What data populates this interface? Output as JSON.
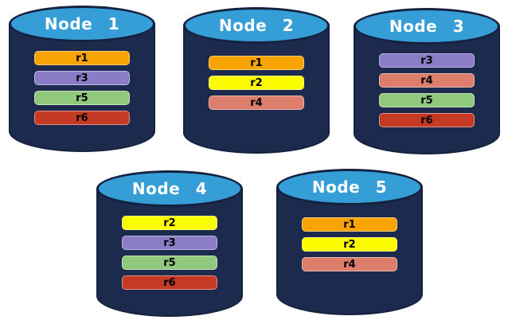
{
  "palette": {
    "cylinder_top_fill": "#359ED6",
    "cylinder_top_stroke": "#15223F",
    "cylinder_body_fill": "#1B2A4D",
    "node_label_color": "#FFFFFF",
    "replica_label_color": "#000000",
    "background": "#FFFFFF"
  },
  "replica_colors": {
    "r1": "#F7A403",
    "r2": "#FCFC00",
    "r3": "#8B7CC8",
    "r4": "#DC7E6B",
    "r5": "#90C87E",
    "r6": "#C53A24"
  },
  "nodes": [
    {
      "label": "Node 1",
      "replicas": [
        {
          "label": "r1",
          "color": "#F7A403"
        },
        {
          "label": "r3",
          "color": "#8B7CC8"
        },
        {
          "label": "r5",
          "color": "#90C87E"
        },
        {
          "label": "r6",
          "color": "#C53A24"
        }
      ]
    },
    {
      "label": "Node 2",
      "replicas": [
        {
          "label": "r1",
          "color": "#F7A403"
        },
        {
          "label": "r2",
          "color": "#FCFC00"
        },
        {
          "label": "r4",
          "color": "#DC7E6B"
        }
      ]
    },
    {
      "label": "Node 3",
      "replicas": [
        {
          "label": "r3",
          "color": "#8B7CC8"
        },
        {
          "label": "r4",
          "color": "#DC7E6B"
        },
        {
          "label": "r5",
          "color": "#90C87E"
        },
        {
          "label": "r6",
          "color": "#C53A24"
        }
      ]
    },
    {
      "label": "Node 4",
      "replicas": [
        {
          "label": "r2",
          "color": "#FCFC00"
        },
        {
          "label": "r3",
          "color": "#8B7CC8"
        },
        {
          "label": "r5",
          "color": "#90C87E"
        },
        {
          "label": "r6",
          "color": "#C53A24"
        }
      ]
    },
    {
      "label": "Node 5",
      "replicas": [
        {
          "label": "r1",
          "color": "#F7A403"
        },
        {
          "label": "r2",
          "color": "#FCFC00"
        },
        {
          "label": "r4",
          "color": "#DC7E6B"
        }
      ]
    }
  ]
}
